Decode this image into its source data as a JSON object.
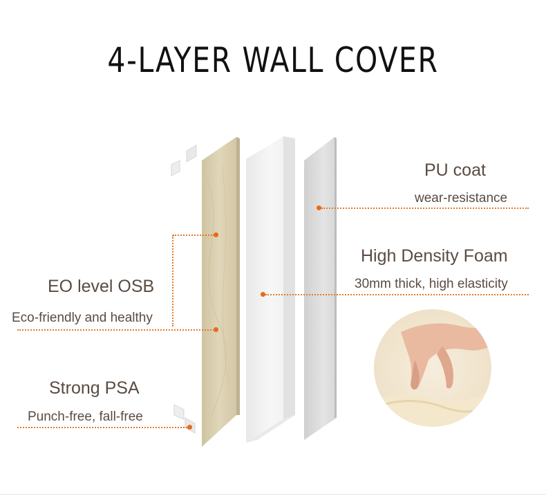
{
  "title": "4-LAYER WALL COVER",
  "layers": {
    "pu": {
      "name": "PU coat",
      "desc": "wear-resistance"
    },
    "foam": {
      "name": "High Density Foam",
      "desc": "30mm thick, high elasticity"
    },
    "osb": {
      "name": "EO level OSB",
      "desc": "Eco-friendly and healthy"
    },
    "psa": {
      "name": "Strong PSA",
      "desc": "Punch-free, fall-free"
    }
  },
  "colors": {
    "accent": "#e86a1c",
    "text": "#5a4b42",
    "osb": "#d9ceb0",
    "foam": "#f1f1f1",
    "pu": "#dcdcdc"
  },
  "icons": {
    "hand_photo": "hand-pressing-foam-icon"
  }
}
